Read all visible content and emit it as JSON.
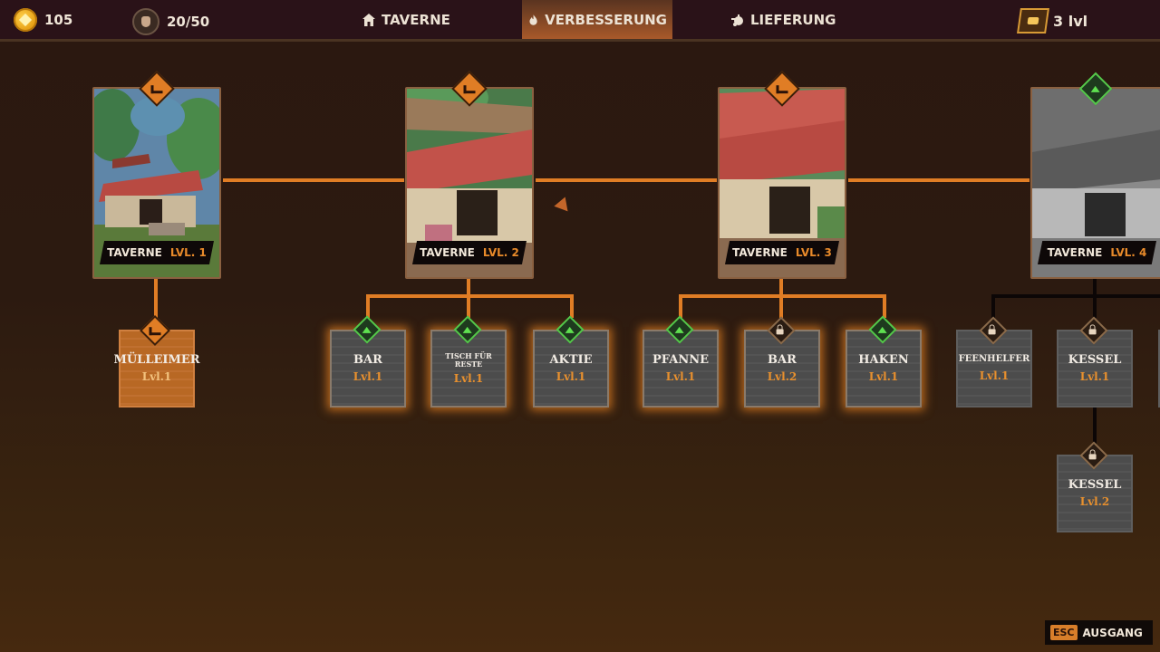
{
  "topbar": {
    "coins": "105",
    "capacity": "20/50",
    "tabs": [
      {
        "label": "TAVERNE",
        "icon": "house-icon",
        "active": false
      },
      {
        "label": "VERBESSERUNG",
        "icon": "flame-icon",
        "active": true
      },
      {
        "label": "LIEFERUNG",
        "icon": "delivery-icon",
        "active": false
      }
    ],
    "level": "3 lvl"
  },
  "colors": {
    "accent": "#e07d25",
    "unlock": "#55c84a",
    "level_text": "#e88a2a"
  },
  "main_cards": [
    {
      "name": "TAVERNE",
      "level": "LVL. 1",
      "status": "completed"
    },
    {
      "name": "TAVERNE",
      "level": "LVL. 2",
      "status": "completed"
    },
    {
      "name": "TAVERNE",
      "level": "LVL. 3",
      "status": "completed"
    },
    {
      "name": "TAVERNE",
      "level": "LVL. 4",
      "status": "available"
    }
  ],
  "upgrades": [
    {
      "name": "MÜLLEIMER",
      "level": "Lvl.1",
      "status": "completed"
    },
    {
      "name": "BAR",
      "level": "Lvl.1",
      "status": "available"
    },
    {
      "name": "TISCH FÜR RESTE",
      "level": "Lvl.1",
      "status": "available"
    },
    {
      "name": "AKTIE",
      "level": "Lvl.1",
      "status": "available"
    },
    {
      "name": "PFANNE",
      "level": "Lvl.1",
      "status": "available"
    },
    {
      "name": "BAR",
      "level": "Lvl.2",
      "status": "locked"
    },
    {
      "name": "HAKEN",
      "level": "Lvl.1",
      "status": "available"
    },
    {
      "name": "FEENHELFER",
      "level": "Lvl.1",
      "status": "locked"
    },
    {
      "name": "KESSEL",
      "level": "Lvl.1",
      "status": "locked"
    },
    {
      "name": "KESSEL",
      "level": "Lvl.2",
      "status": "locked"
    }
  ],
  "footer": {
    "key": "ESC",
    "label": "AUSGANG"
  }
}
